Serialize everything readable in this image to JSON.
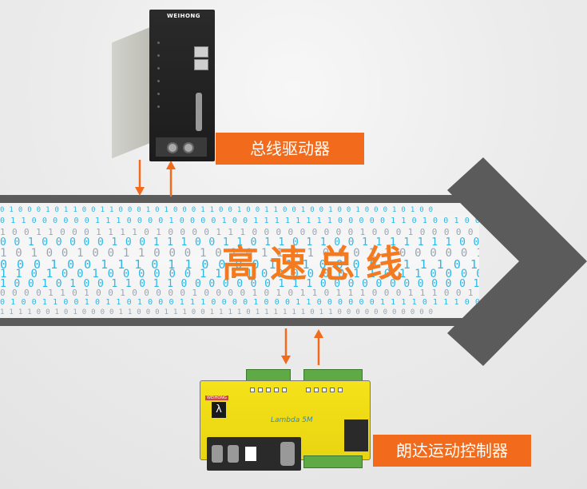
{
  "labels": {
    "bus": "高速总线",
    "drive": "总线驱动器",
    "controller": "朗达运动控制器"
  },
  "devices": {
    "drive_brand": "WEIHONG",
    "controller_brand": "WEIHONG",
    "controller_model": "Lambda 5M"
  },
  "colors": {
    "accent_orange": "#f26a1b",
    "bus_text_orange": "#f47a20",
    "rail_gray": "#5b5b5b",
    "digit_blue": "#2ab8e8",
    "controller_yellow": "#f4e21a"
  }
}
